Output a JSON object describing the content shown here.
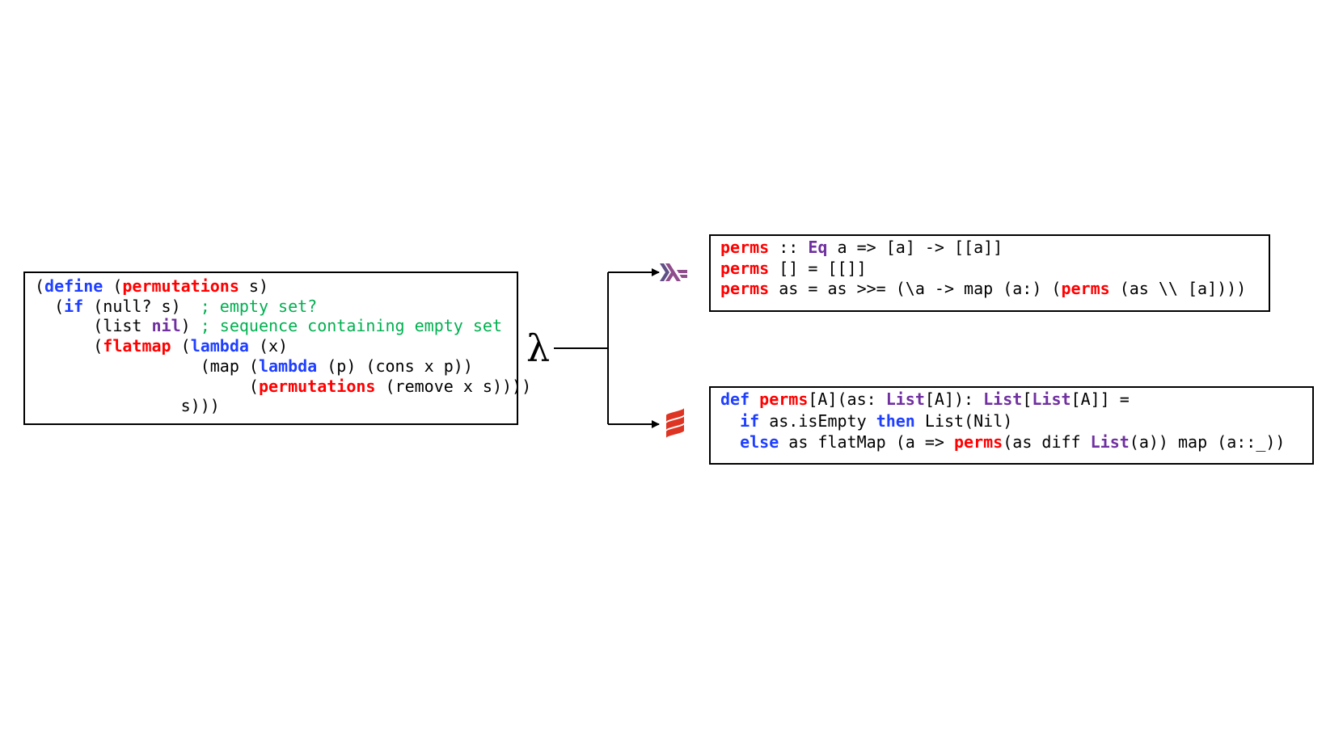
{
  "lambda_symbol": "λ",
  "scheme": {
    "lines": [
      [
        {
          "t": "(",
          "c": ""
        },
        {
          "t": "define",
          "c": "kw"
        },
        {
          "t": " (",
          "c": ""
        },
        {
          "t": "permutations",
          "c": "red"
        },
        {
          "t": " s)",
          "c": ""
        }
      ],
      [
        {
          "t": "  (",
          "c": ""
        },
        {
          "t": "if",
          "c": "kw"
        },
        {
          "t": " (null? s)  ",
          "c": ""
        },
        {
          "t": "; empty set?",
          "c": "cmt"
        }
      ],
      [
        {
          "t": "      (list ",
          "c": ""
        },
        {
          "t": "nil",
          "c": "pur"
        },
        {
          "t": ") ",
          "c": ""
        },
        {
          "t": "; sequence containing empty set",
          "c": "cmt"
        }
      ],
      [
        {
          "t": "      (",
          "c": ""
        },
        {
          "t": "flatmap",
          "c": "red"
        },
        {
          "t": " (",
          "c": ""
        },
        {
          "t": "lambda",
          "c": "kw"
        },
        {
          "t": " (x)",
          "c": ""
        }
      ],
      [
        {
          "t": "                 (map (",
          "c": ""
        },
        {
          "t": "lambda",
          "c": "kw"
        },
        {
          "t": " (p) (cons x p))",
          "c": ""
        }
      ],
      [
        {
          "t": "                      (",
          "c": ""
        },
        {
          "t": "permutations",
          "c": "red"
        },
        {
          "t": " (remove x s))))",
          "c": ""
        }
      ],
      [
        {
          "t": "               s)))",
          "c": ""
        }
      ]
    ]
  },
  "haskell": {
    "icon": "haskell-logo-icon",
    "lines": [
      [
        {
          "t": "perms",
          "c": "red"
        },
        {
          "t": " :: ",
          "c": ""
        },
        {
          "t": "Eq",
          "c": "pur"
        },
        {
          "t": " a => [a] -> [[a]]",
          "c": ""
        }
      ],
      [
        {
          "t": "perms",
          "c": "red"
        },
        {
          "t": " [] = [[]]",
          "c": ""
        }
      ],
      [
        {
          "t": "perms",
          "c": "red"
        },
        {
          "t": " as = as >>= (\\a -> map (a:) (",
          "c": ""
        },
        {
          "t": "perms",
          "c": "red"
        },
        {
          "t": " (as \\\\ [a])))",
          "c": ""
        }
      ]
    ]
  },
  "scala": {
    "icon": "scala-logo-icon",
    "lines": [
      [
        {
          "t": "def",
          "c": "kw"
        },
        {
          "t": " ",
          "c": ""
        },
        {
          "t": "perms",
          "c": "red"
        },
        {
          "t": "[A](as: ",
          "c": ""
        },
        {
          "t": "List",
          "c": "pur"
        },
        {
          "t": "[A]): ",
          "c": ""
        },
        {
          "t": "List",
          "c": "pur"
        },
        {
          "t": "[",
          "c": ""
        },
        {
          "t": "List",
          "c": "pur"
        },
        {
          "t": "[A]] =",
          "c": ""
        }
      ],
      [
        {
          "t": "  ",
          "c": ""
        },
        {
          "t": "if",
          "c": "kw"
        },
        {
          "t": " as.isEmpty ",
          "c": ""
        },
        {
          "t": "then",
          "c": "kw"
        },
        {
          "t": " List(Nil)",
          "c": ""
        }
      ],
      [
        {
          "t": "  ",
          "c": ""
        },
        {
          "t": "else",
          "c": "kw"
        },
        {
          "t": " as flatMap (a => ",
          "c": ""
        },
        {
          "t": "perms",
          "c": "red"
        },
        {
          "t": "(as diff ",
          "c": ""
        },
        {
          "t": "List",
          "c": "pur"
        },
        {
          "t": "(a)) map (a::_))",
          "c": ""
        }
      ]
    ]
  },
  "colors": {
    "keyword": "#1f3fff",
    "function": "#ff0000",
    "type": "#7030a0",
    "comment": "#00b050",
    "haskell_logo": "#5e5086",
    "haskell_logo_light": "#8f4e8b",
    "scala_logo": "#de3423"
  }
}
